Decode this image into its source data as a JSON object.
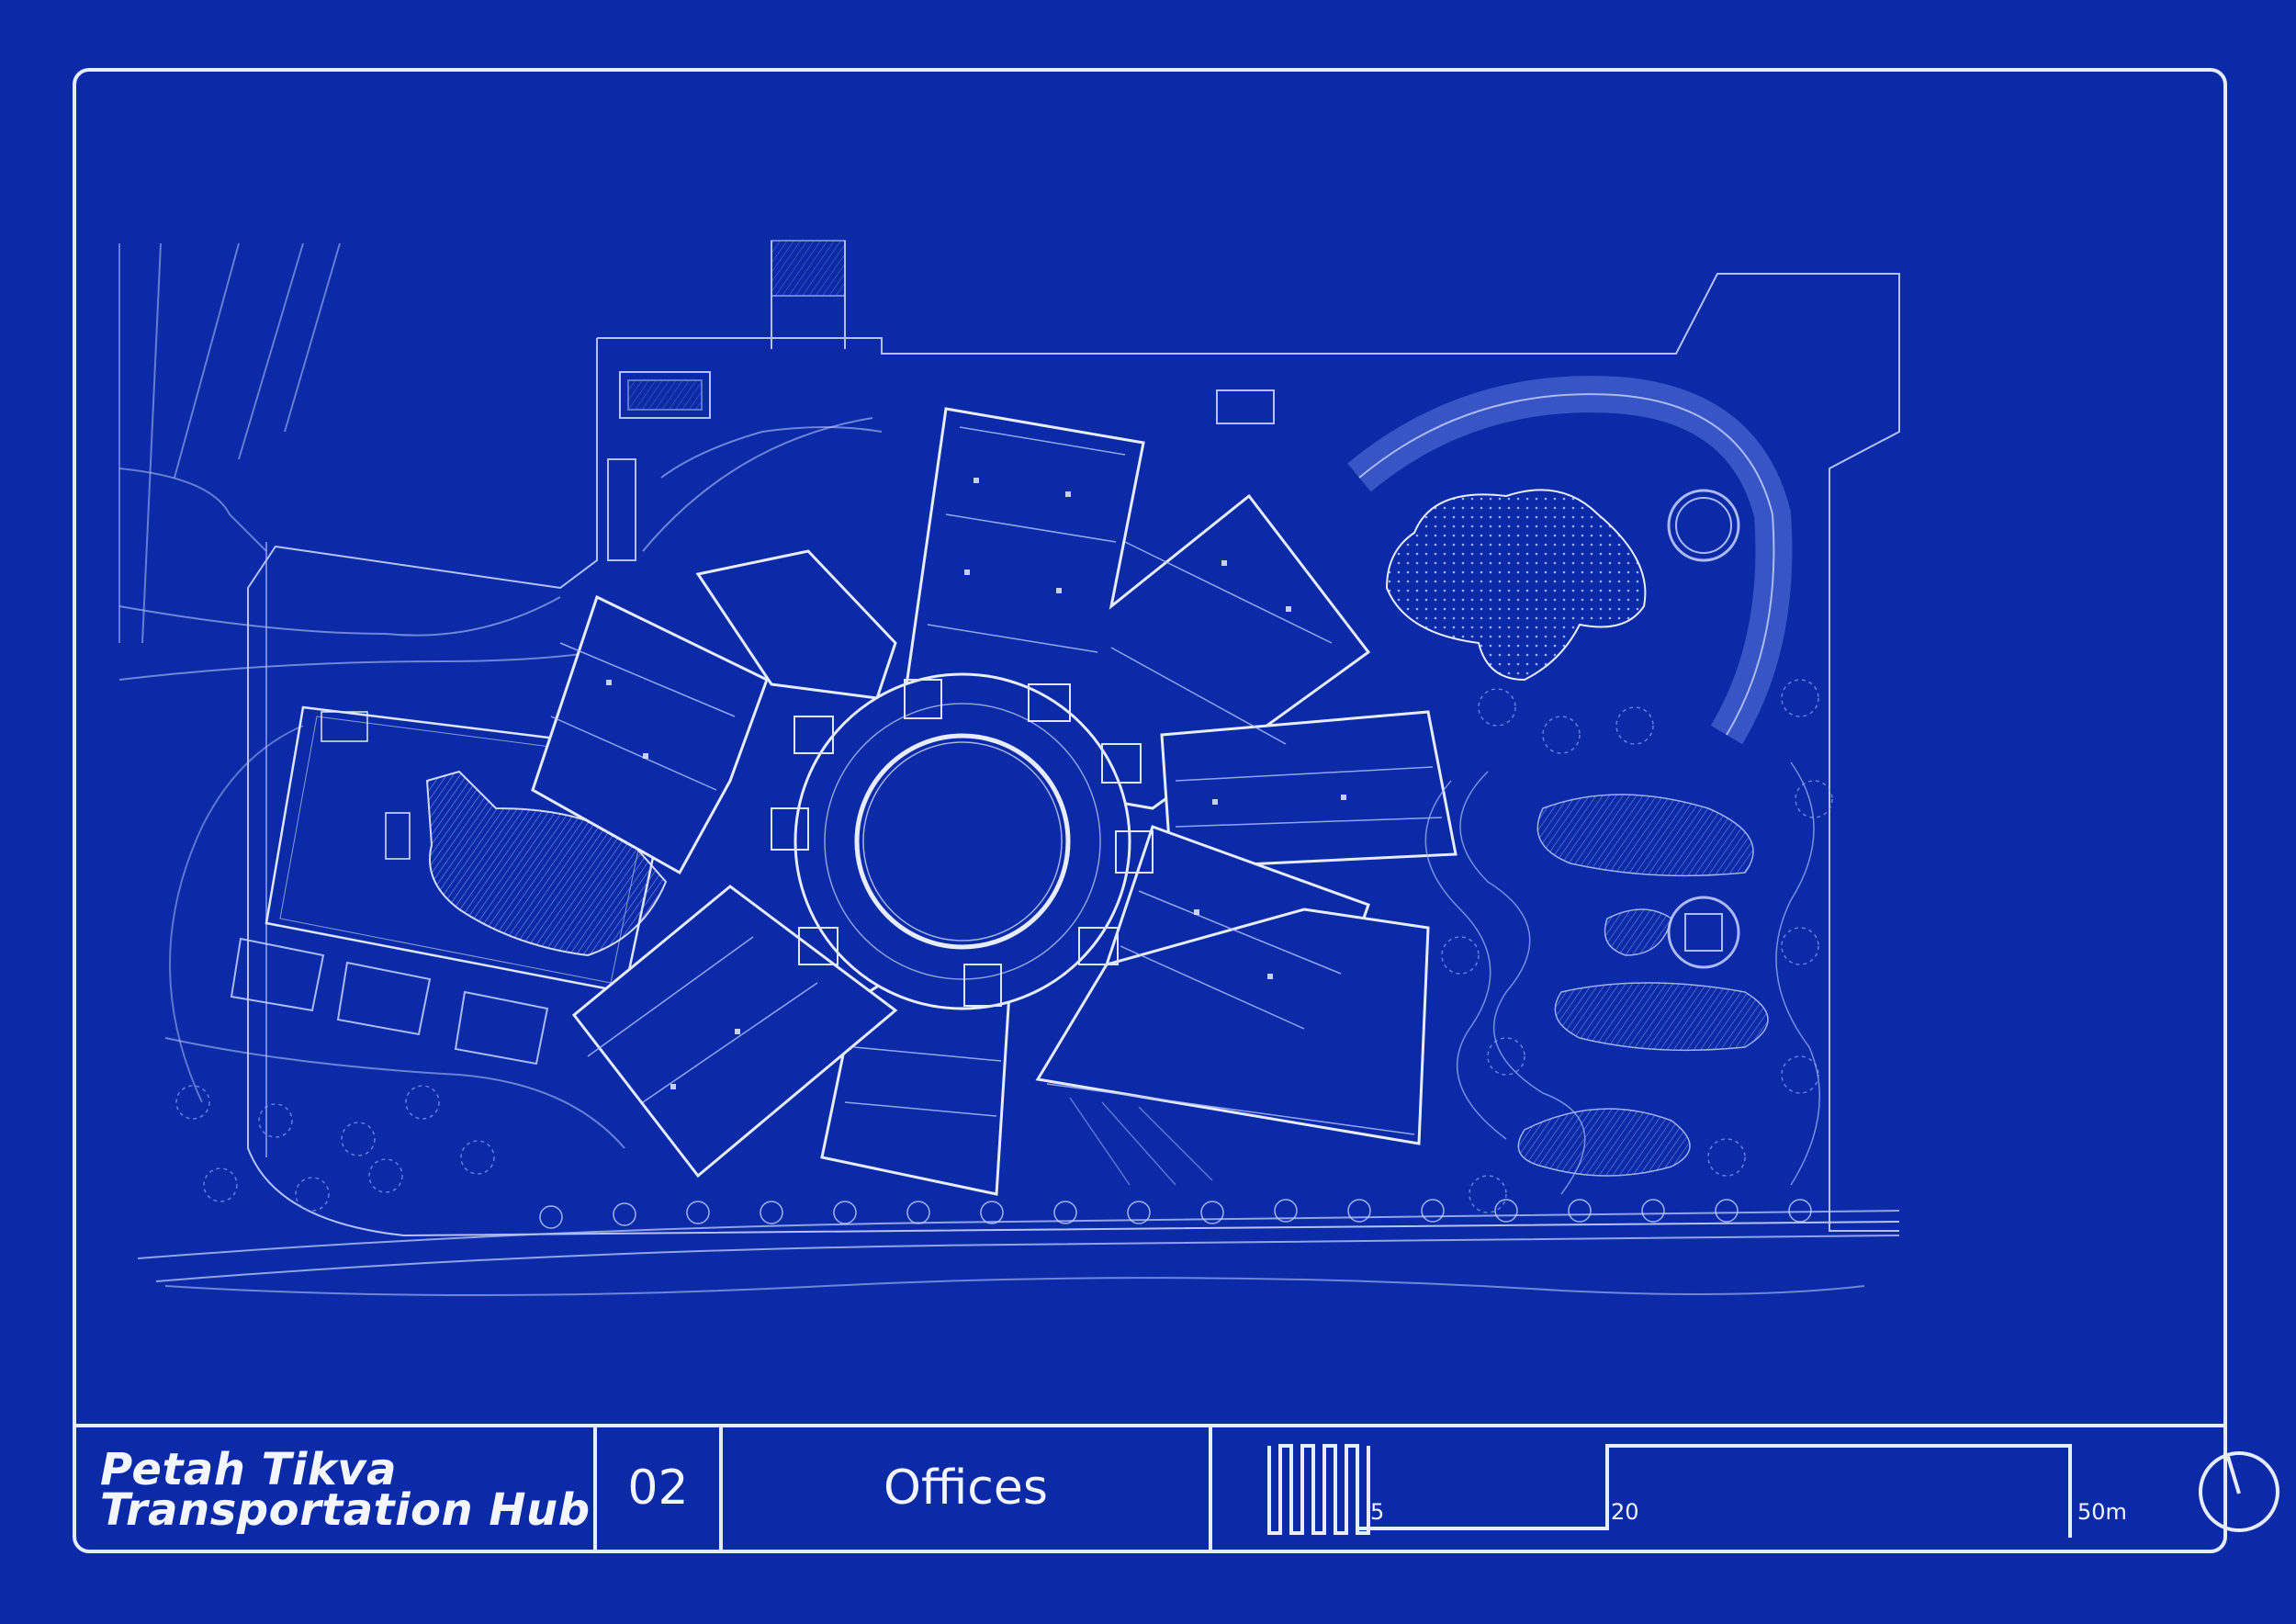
{
  "drawing": {
    "background_color": "#0a2aa8",
    "line_color": "#e8ecff",
    "title_block": {
      "project_title": "Petah Tikva\nTransportation Hub",
      "sheet_number": "02",
      "sheet_name": "Offices",
      "scale_bar": {
        "labels": [
          "5",
          "20",
          "50m"
        ],
        "units": "m"
      },
      "north_arrow_icon": "north-arrow-icon"
    }
  }
}
